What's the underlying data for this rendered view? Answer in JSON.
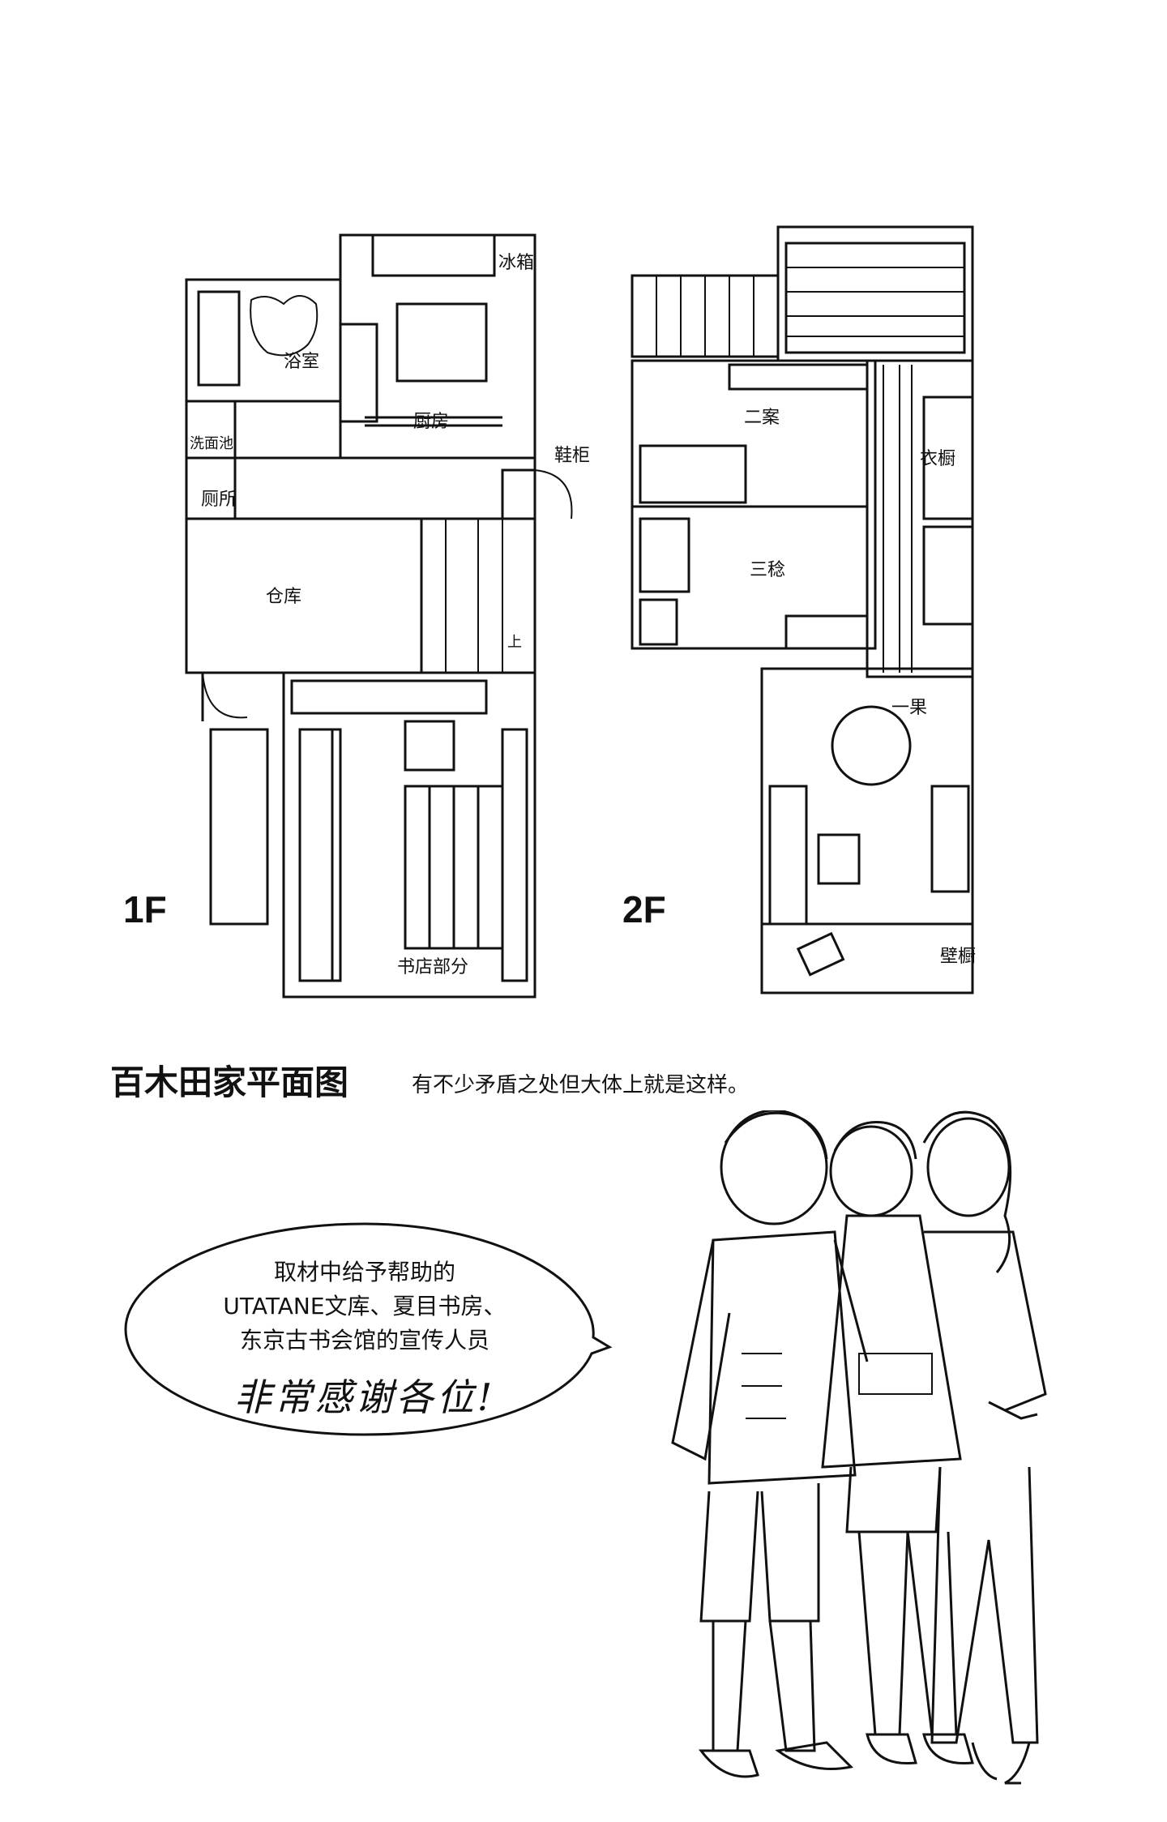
{
  "floor1": {
    "label": "1F",
    "rooms": {
      "fridge": "冰箱",
      "bath": "浴室",
      "kitchen": "厨房",
      "washbasin": "洗面池",
      "shoe_cabinet": "鞋柜",
      "toilet": "厕所",
      "storage": "仓库",
      "up": "上",
      "bookstore": "书店部分"
    }
  },
  "floor2": {
    "label": "2F",
    "rooms": {
      "room2": "二案",
      "closet": "衣橱",
      "room3": "三稔",
      "room1": "一果",
      "wall_closet": "壁橱"
    }
  },
  "caption": {
    "title": "百木田家平面图",
    "note": "有不少矛盾之处但大体上就是这样。"
  },
  "speech_bubble": {
    "line1": "取材中给予帮助的",
    "line2": "UTATANE文库、夏目书房、",
    "line3": "东京古书会馆的宣传人员",
    "thanks": "非常感谢各位!"
  }
}
